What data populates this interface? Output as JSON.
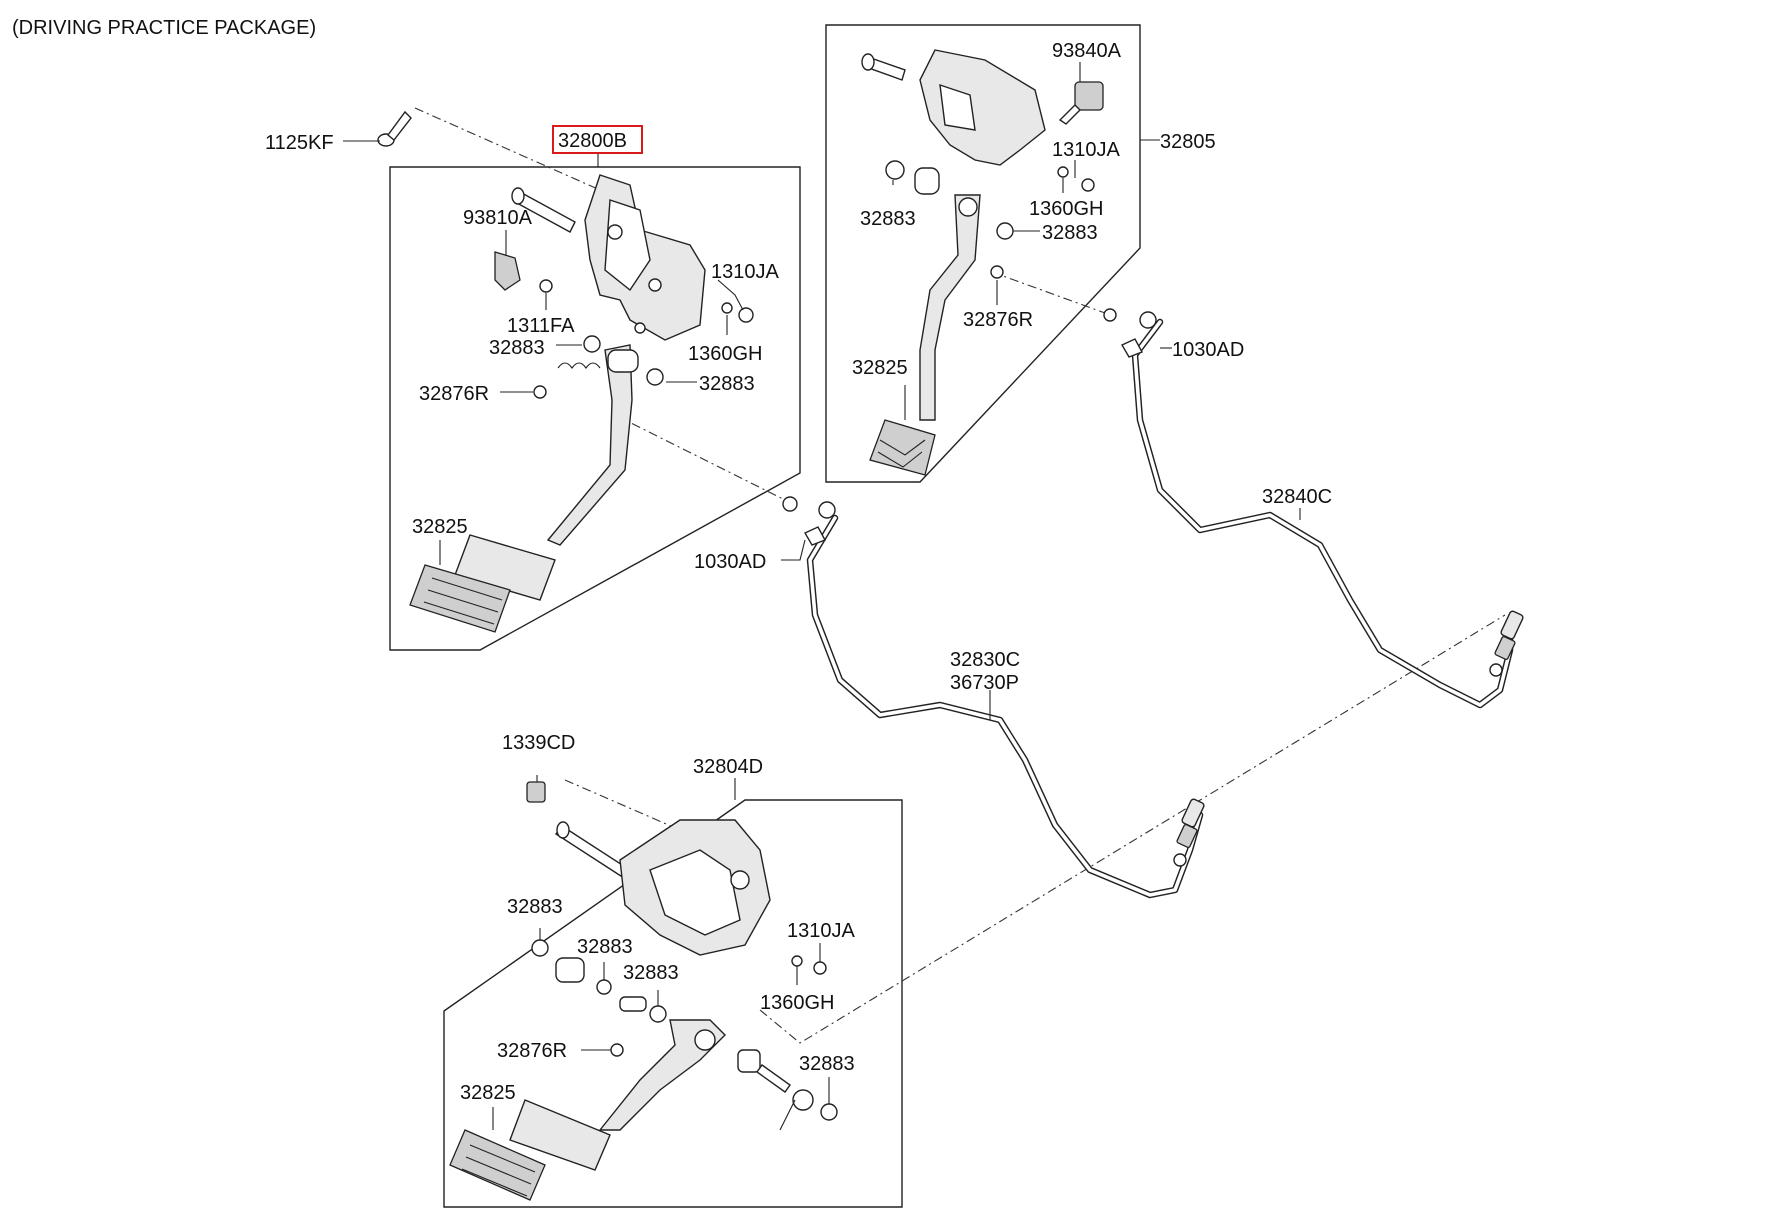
{
  "title": "(DRIVING PRACTICE PACKAGE)",
  "highlight_part": "32800B",
  "accent_color": "#d91a1a",
  "labels": {
    "p1125KF": "1125KF",
    "p32800B": "32800B",
    "a93810A": "93810A",
    "a1310JA": "1310JA",
    "a1311FA": "1311FA",
    "a32883a": "32883",
    "a1360GH": "1360GH",
    "a32883b": "32883",
    "a32876R": "32876R",
    "a32825": "32825",
    "a1030AD": "1030AD",
    "b93840A": "93840A",
    "b32805": "32805",
    "b1310JA": "1310JA",
    "b32883a": "32883",
    "b1360GH": "1360GH",
    "b32883b": "32883",
    "b32876R": "32876R",
    "b32825": "32825",
    "b1030AD": "1030AD",
    "c32840C": "32840C",
    "c32830C": "32830C",
    "c36730P": "36730P",
    "d1339CD": "1339CD",
    "d32804D": "32804D",
    "d32883a": "32883",
    "d1310JA": "1310JA",
    "d32883b": "32883",
    "d32883c": "32883",
    "d1360GH": "1360GH",
    "d32876R": "32876R",
    "d32883d": "32883",
    "d32825": "32825"
  }
}
